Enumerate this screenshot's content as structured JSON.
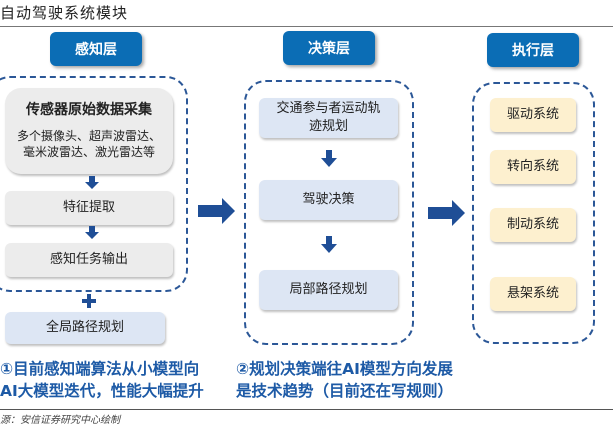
{
  "title": "自动驾驶系统模块",
  "source": "源：安信证券研究中心绘制",
  "colors": {
    "header": "#0b6db5",
    "dashed_border": "#2b5797",
    "arrow": "#1f4e96",
    "note_text": "#1d5aa6"
  },
  "perception": {
    "header": "感知层",
    "raw_title": "传感器原始数据采集",
    "raw_desc_line1": "多个摄像头、超声波雷达、",
    "raw_desc_line2": "毫米波雷达、激光雷达等",
    "feature": "特征提取",
    "output": "感知任务输出",
    "plus": "+",
    "global_plan": "全局路径规划"
  },
  "decision": {
    "header": "决策层",
    "trajectory_line1": "交通参与者运动轨",
    "trajectory_line2": "迹规划",
    "driving_decision": "驾驶决策",
    "local_plan": "局部路径规划"
  },
  "execution": {
    "header": "执行层",
    "items": [
      "驱动系统",
      "转向系统",
      "制动系统",
      "悬架系统"
    ]
  },
  "notes": {
    "left_line1": "①目前感知端算法从小模型向",
    "left_line2": "AI大模型迭代，性能大幅提升",
    "right_line1": "②规划决策端往AI模型方向发展",
    "right_line2": "是技术趋势（目前还在写规则）"
  }
}
